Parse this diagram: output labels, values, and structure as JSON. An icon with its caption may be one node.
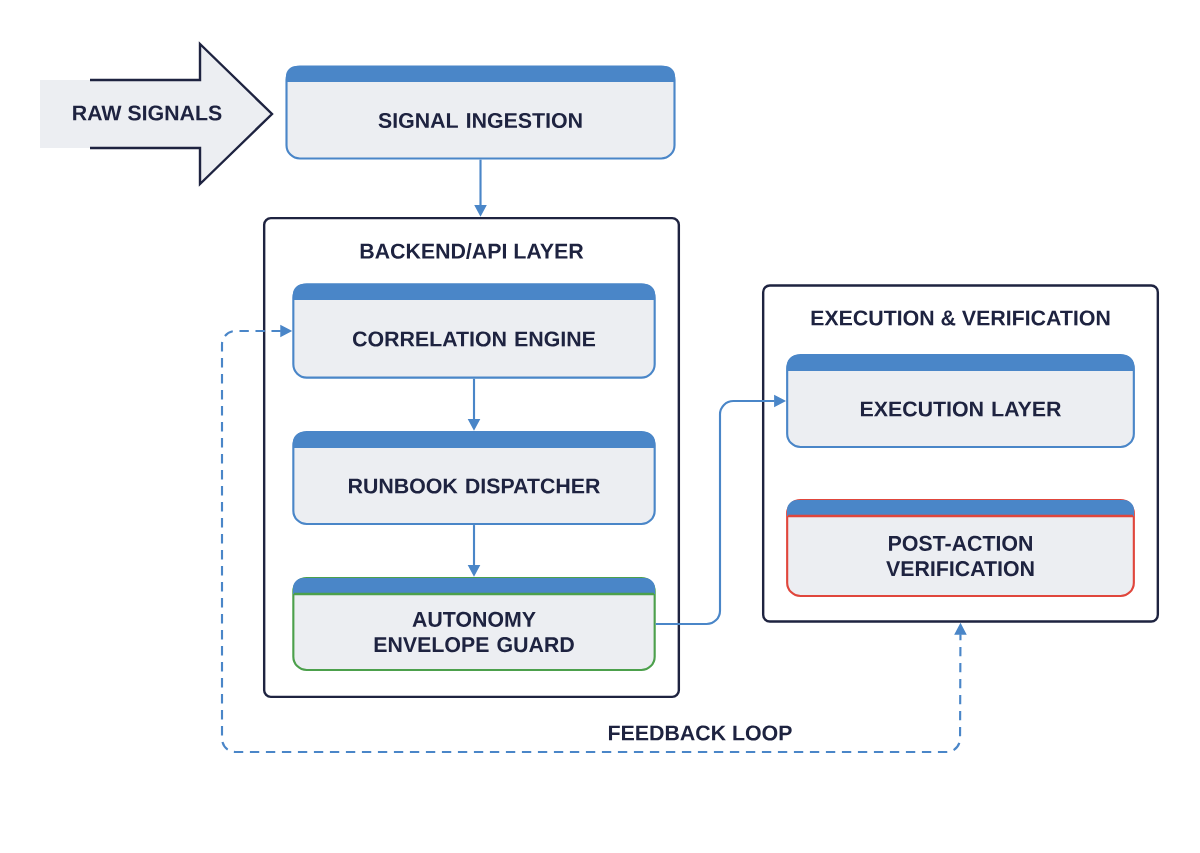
{
  "diagram": {
    "nodes": [
      {
        "text": [
          "RAW SIGNALS"
        ]
      },
      {
        "text": [
          "SIGNAL INGESTION"
        ]
      },
      {
        "text": [
          "BACKEND/API LAYER"
        ]
      },
      {
        "text": [
          "CORRELATION ENGINE"
        ],
        "in": 2
      },
      {
        "text": [
          "RUNBOOK DISPATCHER"
        ],
        "in": 2
      },
      {
        "text": [
          "AUTONOMY ENVELOPE GUARD"
        ],
        "in": 2
      },
      {
        "text": [
          "EXECUTION & VERIFICATION"
        ]
      },
      {
        "text": [
          "EXECUTION LAYER"
        ],
        "in": 6
      },
      {
        "text": [
          "POST-ACTION VERIFICATION"
        ],
        "in": 6
      }
    ],
    "edges": [
      {
        "from": 1,
        "to": 2,
        "arrow": "to"
      },
      {
        "from": 3,
        "to": 4,
        "arrow": "to"
      },
      {
        "from": 4,
        "to": 5,
        "arrow": "to"
      },
      {
        "from": 5,
        "to": 7,
        "arrow": "to"
      },
      {
        "from": 3,
        "to": 6,
        "arrow": "both",
        "style": "dashed",
        "label": "FEEDBACK LOOP"
      }
    ]
  }
}
